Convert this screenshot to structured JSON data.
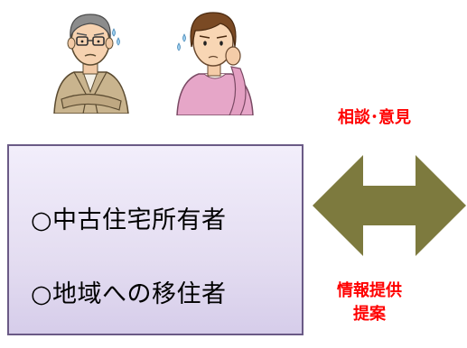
{
  "people": [
    {
      "name": "middle-aged-man",
      "expression": "worried"
    },
    {
      "name": "woman",
      "expression": "worried"
    }
  ],
  "owner_box": {
    "line_1": "○中古住宅所有者",
    "line_2": "○地域への移住者"
  },
  "arrow": {
    "color": "#7d7a3e",
    "label_top": "相談･意見",
    "label_bottom_1": "情報提供",
    "label_bottom_2": "提案"
  },
  "colors": {
    "label": "#ff0000",
    "box_border": "#6a5a86",
    "box_fill": "#e4ddf1"
  }
}
